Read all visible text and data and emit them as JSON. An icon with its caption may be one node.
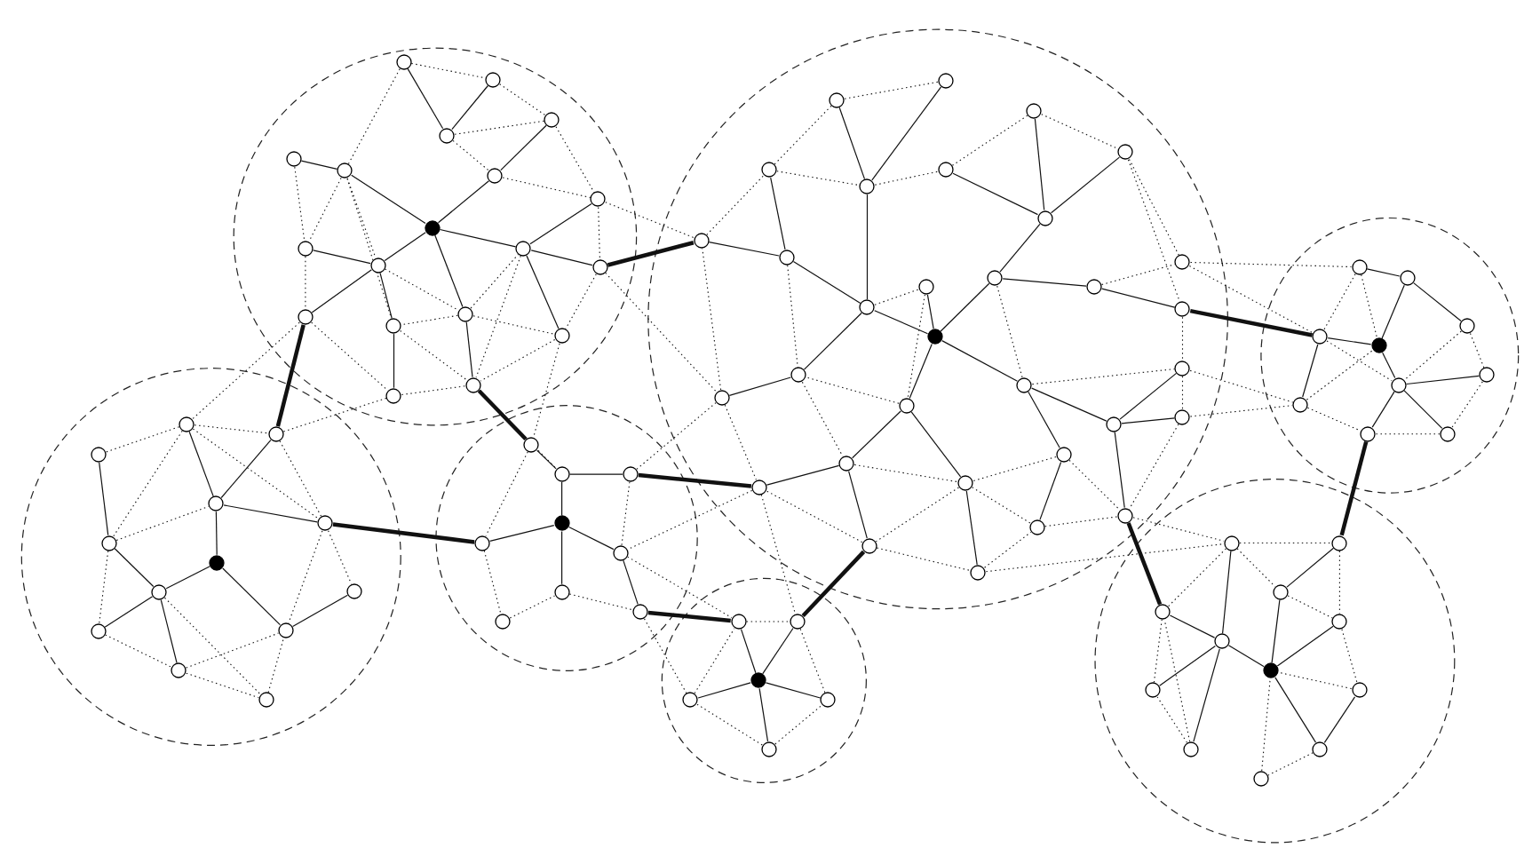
{
  "diagram": {
    "nodes": [
      {
        "text": [],
        "shape": "circle"
      },
      {
        "text": [],
        "shape": "circle"
      },
      {
        "text": [],
        "shape": "circle"
      },
      {
        "text": [],
        "shape": "circle"
      },
      {
        "text": [],
        "shape": "circle"
      },
      {
        "text": [],
        "shape": "circle"
      },
      {
        "text": [],
        "shape": "circle"
      },
      {
        "text": [],
        "shape": "circle"
      },
      {
        "text": [],
        "shape": "circle"
      },
      {
        "text": [],
        "shape": "circle"
      },
      {
        "text": [],
        "shape": "circle"
      },
      {
        "text": [],
        "shape": "circle"
      },
      {
        "text": [],
        "shape": "circle"
      },
      {
        "text": [],
        "shape": "circle"
      },
      {
        "text": [],
        "shape": "circle"
      },
      {
        "text": [],
        "shape": "circle"
      },
      {
        "text": [],
        "shape": "circle"
      },
      {
        "text": [],
        "shape": "circle"
      },
      {
        "text": [],
        "shape": "circle"
      },
      {
        "text": [],
        "shape": "circle"
      },
      {
        "text": [],
        "shape": "circle"
      },
      {
        "text": [],
        "shape": "circle"
      },
      {
        "text": [],
        "shape": "circle"
      },
      {
        "text": [],
        "shape": "circle"
      },
      {
        "text": [],
        "shape": "circle"
      },
      {
        "text": [],
        "shape": "circle"
      },
      {
        "text": [],
        "shape": "circle"
      },
      {
        "text": [],
        "shape": "circle"
      },
      {
        "text": [],
        "shape": "circle"
      },
      {
        "text": [],
        "shape": "circle"
      },
      {
        "text": [],
        "shape": "circle"
      },
      {
        "text": [],
        "shape": "circle"
      },
      {
        "text": [],
        "shape": "circle"
      },
      {
        "text": [],
        "shape": "circle"
      },
      {
        "text": [],
        "shape": "circle"
      },
      {
        "text": [],
        "shape": "circle"
      },
      {
        "text": [],
        "shape": "circle"
      },
      {
        "text": [],
        "shape": "circle"
      },
      {
        "text": [],
        "shape": "circle"
      },
      {
        "text": [],
        "shape": "circle"
      },
      {
        "text": [],
        "shape": "circle"
      },
      {
        "text": [],
        "shape": "circle"
      },
      {
        "text": [],
        "shape": "circle"
      },
      {
        "text": [],
        "shape": "circle"
      },
      {
        "text": [],
        "shape": "circle"
      },
      {
        "text": [],
        "shape": "circle"
      },
      {
        "text": [],
        "shape": "circle"
      },
      {
        "text": [],
        "shape": "circle"
      },
      {
        "text": [],
        "shape": "circle"
      },
      {
        "text": [],
        "shape": "circle"
      },
      {
        "text": [],
        "shape": "circle"
      },
      {
        "text": [],
        "shape": "circle"
      },
      {
        "text": [],
        "shape": "circle"
      },
      {
        "text": [],
        "shape": "circle"
      },
      {
        "text": [],
        "shape": "circle"
      },
      {
        "text": [],
        "shape": "circle"
      },
      {
        "text": [],
        "shape": "circle"
      },
      {
        "text": [],
        "shape": "circle"
      },
      {
        "text": [],
        "shape": "circle"
      },
      {
        "text": [],
        "shape": "circle"
      },
      {
        "text": [],
        "shape": "circle"
      },
      {
        "text": [],
        "shape": "circle"
      },
      {
        "text": [],
        "shape": "circle"
      },
      {
        "text": [],
        "shape": "circle"
      },
      {
        "text": [],
        "shape": "circle"
      },
      {
        "text": [],
        "shape": "circle"
      },
      {
        "text": [],
        "shape": "circle"
      },
      {
        "text": [],
        "shape": "circle"
      },
      {
        "text": [],
        "shape": "circle"
      },
      {
        "text": [],
        "shape": "circle"
      },
      {
        "text": [],
        "shape": "circle"
      },
      {
        "text": [],
        "shape": "circle"
      },
      {
        "text": [],
        "shape": "circle"
      },
      {
        "text": [],
        "shape": "circle"
      },
      {
        "text": [],
        "shape": "circle"
      },
      {
        "text": [],
        "shape": "circle"
      },
      {
        "text": [],
        "shape": "circle"
      },
      {
        "text": [],
        "shape": "circle"
      },
      {
        "text": [],
        "shape": "circle"
      },
      {
        "text": [],
        "shape": "circle"
      },
      {
        "text": [],
        "shape": "circle"
      },
      {
        "text": [],
        "shape": "circle"
      },
      {
        "text": [],
        "shape": "circle"
      },
      {
        "text": [],
        "shape": "circle"
      },
      {
        "text": [],
        "shape": "circle"
      },
      {
        "text": [],
        "shape": "circle"
      },
      {
        "text": [],
        "shape": "circle"
      },
      {
        "text": [],
        "shape": "circle"
      },
      {
        "text": [],
        "shape": "circle"
      },
      {
        "text": [],
        "shape": "circle"
      },
      {
        "text": [],
        "shape": "circle"
      },
      {
        "text": [],
        "shape": "circle"
      },
      {
        "text": [],
        "shape": "circle"
      },
      {
        "text": [],
        "shape": "circle"
      },
      {
        "text": [],
        "shape": "circle"
      },
      {
        "text": [],
        "shape": "circle"
      },
      {
        "text": [],
        "shape": "circle"
      },
      {
        "text": [],
        "shape": "circle"
      },
      {
        "text": [],
        "shape": "circle"
      },
      {
        "text": [],
        "shape": "circle"
      },
      {
        "text": [],
        "shape": "circle"
      }
    ],
    "edges": [
      {
        "from": 0,
        "to": 2,
        "arrow": "none"
      },
      {
        "from": 1,
        "to": 2,
        "arrow": "none"
      },
      {
        "from": 3,
        "to": 6,
        "arrow": "none"
      },
      {
        "from": 6,
        "to": 8,
        "arrow": "none"
      },
      {
        "from": 4,
        "to": 5,
        "arrow": "none"
      },
      {
        "from": 5,
        "to": 8,
        "arrow": "none"
      },
      {
        "from": 8,
        "to": 10,
        "arrow": "none"
      },
      {
        "from": 10,
        "to": 13,
        "arrow": "none"
      },
      {
        "from": 9,
        "to": 10,
        "arrow": "none"
      },
      {
        "from": 10,
        "to": 15,
        "arrow": "none"
      },
      {
        "from": 15,
        "to": 17,
        "arrow": "none"
      },
      {
        "from": 8,
        "to": 14,
        "arrow": "none"
      },
      {
        "from": 14,
        "to": 18,
        "arrow": "none"
      },
      {
        "from": 8,
        "to": 11,
        "arrow": "none"
      },
      {
        "from": 11,
        "to": 12,
        "arrow": "none"
      },
      {
        "from": 11,
        "to": 7,
        "arrow": "none"
      },
      {
        "from": 11,
        "to": 16,
        "arrow": "none"
      },
      {
        "from": 12,
        "to": 54,
        "arrow": "none",
        "style": "thick"
      },
      {
        "from": 13,
        "to": 21,
        "arrow": "none",
        "style": "thick"
      },
      {
        "from": 18,
        "to": 32,
        "arrow": "none",
        "style": "thick"
      },
      {
        "from": 26,
        "to": 36,
        "arrow": "none",
        "style": "thick"
      },
      {
        "from": 34,
        "to": 73,
        "arrow": "none",
        "style": "thick"
      },
      {
        "from": 40,
        "to": 41,
        "arrow": "none",
        "style": "thick"
      },
      {
        "from": 42,
        "to": 77,
        "arrow": "none",
        "style": "thick"
      },
      {
        "from": 63,
        "to": 82,
        "arrow": "none",
        "style": "thick"
      },
      {
        "from": 88,
        "to": 90,
        "arrow": "none",
        "style": "thick"
      },
      {
        "from": 76,
        "to": 92,
        "arrow": "none",
        "style": "thick"
      },
      {
        "from": 21,
        "to": 22,
        "arrow": "none"
      },
      {
        "from": 19,
        "to": 22,
        "arrow": "none"
      },
      {
        "from": 22,
        "to": 26,
        "arrow": "none"
      },
      {
        "from": 22,
        "to": 24,
        "arrow": "none"
      },
      {
        "from": 24,
        "to": 25,
        "arrow": "none"
      },
      {
        "from": 24,
        "to": 29,
        "arrow": "none"
      },
      {
        "from": 29,
        "to": 27,
        "arrow": "none"
      },
      {
        "from": 23,
        "to": 25,
        "arrow": "none"
      },
      {
        "from": 20,
        "to": 23,
        "arrow": "none"
      },
      {
        "from": 25,
        "to": 28,
        "arrow": "none"
      },
      {
        "from": 25,
        "to": 30,
        "arrow": "none"
      },
      {
        "from": 32,
        "to": 33,
        "arrow": "none"
      },
      {
        "from": 33,
        "to": 34,
        "arrow": "none"
      },
      {
        "from": 33,
        "to": 35,
        "arrow": "none"
      },
      {
        "from": 35,
        "to": 36,
        "arrow": "none"
      },
      {
        "from": 35,
        "to": 38,
        "arrow": "none"
      },
      {
        "from": 35,
        "to": 37,
        "arrow": "none"
      },
      {
        "from": 37,
        "to": 40,
        "arrow": "none"
      },
      {
        "from": 41,
        "to": 43,
        "arrow": "none"
      },
      {
        "from": 42,
        "to": 43,
        "arrow": "none"
      },
      {
        "from": 43,
        "to": 44,
        "arrow": "none"
      },
      {
        "from": 43,
        "to": 45,
        "arrow": "none"
      },
      {
        "from": 43,
        "to": 46,
        "arrow": "none"
      },
      {
        "from": 47,
        "to": 51,
        "arrow": "none"
      },
      {
        "from": 48,
        "to": 51,
        "arrow": "none"
      },
      {
        "from": 51,
        "to": 57,
        "arrow": "none"
      },
      {
        "from": 50,
        "to": 55,
        "arrow": "none"
      },
      {
        "from": 54,
        "to": 55,
        "arrow": "none"
      },
      {
        "from": 55,
        "to": 57,
        "arrow": "none"
      },
      {
        "from": 57,
        "to": 62,
        "arrow": "none"
      },
      {
        "from": 57,
        "to": 64,
        "arrow": "none"
      },
      {
        "from": 58,
        "to": 62,
        "arrow": "none"
      },
      {
        "from": 62,
        "to": 59,
        "arrow": "none"
      },
      {
        "from": 59,
        "to": 56,
        "arrow": "none"
      },
      {
        "from": 56,
        "to": 49,
        "arrow": "none"
      },
      {
        "from": 56,
        "to": 52,
        "arrow": "none"
      },
      {
        "from": 56,
        "to": 53,
        "arrow": "none"
      },
      {
        "from": 59,
        "to": 60,
        "arrow": "none"
      },
      {
        "from": 60,
        "to": 63,
        "arrow": "none"
      },
      {
        "from": 62,
        "to": 66,
        "arrow": "none"
      },
      {
        "from": 62,
        "to": 68,
        "arrow": "none"
      },
      {
        "from": 68,
        "to": 72,
        "arrow": "none"
      },
      {
        "from": 68,
        "to": 74,
        "arrow": "none"
      },
      {
        "from": 74,
        "to": 78,
        "arrow": "none"
      },
      {
        "from": 66,
        "to": 69,
        "arrow": "none"
      },
      {
        "from": 66,
        "to": 71,
        "arrow": "none"
      },
      {
        "from": 69,
        "to": 67,
        "arrow": "none"
      },
      {
        "from": 69,
        "to": 70,
        "arrow": "none"
      },
      {
        "from": 69,
        "to": 76,
        "arrow": "none"
      },
      {
        "from": 71,
        "to": 75,
        "arrow": "none"
      },
      {
        "from": 72,
        "to": 73,
        "arrow": "none"
      },
      {
        "from": 72,
        "to": 77,
        "arrow": "none"
      },
      {
        "from": 64,
        "to": 65,
        "arrow": "none"
      },
      {
        "from": 83,
        "to": 80,
        "arrow": "none"
      },
      {
        "from": 80,
        "to": 79,
        "arrow": "none"
      },
      {
        "from": 80,
        "to": 81,
        "arrow": "none"
      },
      {
        "from": 83,
        "to": 85,
        "arrow": "none"
      },
      {
        "from": 85,
        "to": 84,
        "arrow": "none"
      },
      {
        "from": 85,
        "to": 87,
        "arrow": "none"
      },
      {
        "from": 85,
        "to": 88,
        "arrow": "none"
      },
      {
        "from": 82,
        "to": 86,
        "arrow": "none"
      },
      {
        "from": 82,
        "to": 83,
        "arrow": "none"
      },
      {
        "from": 89,
        "to": 94,
        "arrow": "none"
      },
      {
        "from": 90,
        "to": 91,
        "arrow": "none"
      },
      {
        "from": 91,
        "to": 95,
        "arrow": "none"
      },
      {
        "from": 92,
        "to": 94,
        "arrow": "none"
      },
      {
        "from": 94,
        "to": 95,
        "arrow": "none"
      },
      {
        "from": 95,
        "to": 93,
        "arrow": "none"
      },
      {
        "from": 95,
        "to": 99,
        "arrow": "none"
      },
      {
        "from": 94,
        "to": 96,
        "arrow": "none"
      },
      {
        "from": 94,
        "to": 98,
        "arrow": "none"
      },
      {
        "from": 99,
        "to": 97,
        "arrow": "none"
      },
      {
        "from": 0,
        "to": 1,
        "arrow": "none",
        "style": "dashed"
      },
      {
        "from": 1,
        "to": 3,
        "arrow": "none",
        "style": "dashed"
      },
      {
        "from": 2,
        "to": 3,
        "arrow": "none",
        "style": "dashed"
      },
      {
        "from": 0,
        "to": 5,
        "arrow": "none",
        "style": "dashed"
      },
      {
        "from": 2,
        "to": 6,
        "arrow": "none",
        "style": "dashed"
      },
      {
        "from": 3,
        "to": 7,
        "arrow": "none",
        "style": "dashed"
      },
      {
        "from": 6,
        "to": 7,
        "arrow": "none",
        "style": "dashed"
      },
      {
        "from": 4,
        "to": 9,
        "arrow": "none",
        "style": "dashed"
      },
      {
        "from": 5,
        "to": 10,
        "arrow": "none",
        "style": "dashed"
      },
      {
        "from": 5,
        "to": 9,
        "arrow": "none",
        "style": "dashed"
      },
      {
        "from": 9,
        "to": 13,
        "arrow": "none",
        "style": "dashed"
      },
      {
        "from": 5,
        "to": 15,
        "arrow": "none",
        "style": "dashed"
      },
      {
        "from": 10,
        "to": 14,
        "arrow": "none",
        "style": "dashed"
      },
      {
        "from": 14,
        "to": 15,
        "arrow": "none",
        "style": "dashed"
      },
      {
        "from": 15,
        "to": 18,
        "arrow": "none",
        "style": "dashed"
      },
      {
        "from": 14,
        "to": 16,
        "arrow": "none",
        "style": "dashed"
      },
      {
        "from": 14,
        "to": 11,
        "arrow": "none",
        "style": "dashed"
      },
      {
        "from": 7,
        "to": 12,
        "arrow": "none",
        "style": "dashed"
      },
      {
        "from": 12,
        "to": 16,
        "arrow": "none",
        "style": "dashed"
      },
      {
        "from": 11,
        "to": 18,
        "arrow": "none",
        "style": "dashed"
      },
      {
        "from": 13,
        "to": 17,
        "arrow": "none",
        "style": "dashed"
      },
      {
        "from": 17,
        "to": 18,
        "arrow": "none",
        "style": "dashed"
      },
      {
        "from": 16,
        "to": 18,
        "arrow": "none",
        "style": "dashed"
      },
      {
        "from": 7,
        "to": 54,
        "arrow": "none",
        "style": "dashed"
      },
      {
        "from": 19,
        "to": 20,
        "arrow": "none",
        "style": "dashed"
      },
      {
        "from": 19,
        "to": 21,
        "arrow": "none",
        "style": "dashed"
      },
      {
        "from": 19,
        "to": 23,
        "arrow": "none",
        "style": "dashed"
      },
      {
        "from": 23,
        "to": 22,
        "arrow": "none",
        "style": "dashed"
      },
      {
        "from": 21,
        "to": 26,
        "arrow": "none",
        "style": "dashed"
      },
      {
        "from": 26,
        "to": 29,
        "arrow": "none",
        "style": "dashed"
      },
      {
        "from": 26,
        "to": 27,
        "arrow": "none",
        "style": "dashed"
      },
      {
        "from": 28,
        "to": 30,
        "arrow": "none",
        "style": "dashed"
      },
      {
        "from": 30,
        "to": 31,
        "arrow": "none",
        "style": "dashed"
      },
      {
        "from": 30,
        "to": 29,
        "arrow": "none",
        "style": "dashed"
      },
      {
        "from": 31,
        "to": 29,
        "arrow": "none",
        "style": "dashed"
      },
      {
        "from": 19,
        "to": 26,
        "arrow": "none",
        "style": "dashed"
      },
      {
        "from": 23,
        "to": 28,
        "arrow": "none",
        "style": "dashed"
      },
      {
        "from": 13,
        "to": 19,
        "arrow": "none",
        "style": "dashed"
      },
      {
        "from": 17,
        "to": 21,
        "arrow": "none",
        "style": "dashed"
      },
      {
        "from": 25,
        "to": 31,
        "arrow": "none",
        "style": "dashed"
      },
      {
        "from": 18,
        "to": 33,
        "arrow": "none",
        "style": "dashed"
      },
      {
        "from": 16,
        "to": 32,
        "arrow": "none",
        "style": "dashed"
      },
      {
        "from": 32,
        "to": 36,
        "arrow": "none",
        "style": "dashed"
      },
      {
        "from": 36,
        "to": 39,
        "arrow": "none",
        "style": "dashed"
      },
      {
        "from": 39,
        "to": 38,
        "arrow": "none",
        "style": "dashed"
      },
      {
        "from": 38,
        "to": 40,
        "arrow": "none",
        "style": "dashed"
      },
      {
        "from": 37,
        "to": 34,
        "arrow": "none",
        "style": "dashed"
      },
      {
        "from": 34,
        "to": 65,
        "arrow": "none",
        "style": "dashed"
      },
      {
        "from": 37,
        "to": 41,
        "arrow": "none",
        "style": "dashed"
      },
      {
        "from": 40,
        "to": 44,
        "arrow": "none",
        "style": "dashed"
      },
      {
        "from": 44,
        "to": 41,
        "arrow": "none",
        "style": "dashed"
      },
      {
        "from": 42,
        "to": 45,
        "arrow": "none",
        "style": "dashed"
      },
      {
        "from": 46,
        "to": 44,
        "arrow": "none",
        "style": "dashed"
      },
      {
        "from": 46,
        "to": 45,
        "arrow": "none",
        "style": "dashed"
      },
      {
        "from": 41,
        "to": 42,
        "arrow": "none",
        "style": "dashed"
      },
      {
        "from": 73,
        "to": 42,
        "arrow": "none",
        "style": "dashed"
      },
      {
        "from": 73,
        "to": 37,
        "arrow": "none",
        "style": "dashed"
      },
      {
        "from": 65,
        "to": 73,
        "arrow": "none",
        "style": "dashed"
      },
      {
        "from": 65,
        "to": 54,
        "arrow": "none",
        "style": "dashed"
      },
      {
        "from": 12,
        "to": 65,
        "arrow": "none",
        "style": "dashed"
      },
      {
        "from": 54,
        "to": 50,
        "arrow": "none",
        "style": "dashed"
      },
      {
        "from": 50,
        "to": 47,
        "arrow": "none",
        "style": "dashed"
      },
      {
        "from": 47,
        "to": 48,
        "arrow": "none",
        "style": "dashed"
      },
      {
        "from": 50,
        "to": 51,
        "arrow": "none",
        "style": "dashed"
      },
      {
        "from": 51,
        "to": 52,
        "arrow": "none",
        "style": "dashed"
      },
      {
        "from": 52,
        "to": 49,
        "arrow": "none",
        "style": "dashed"
      },
      {
        "from": 49,
        "to": 53,
        "arrow": "none",
        "style": "dashed"
      },
      {
        "from": 53,
        "to": 61,
        "arrow": "none",
        "style": "dashed"
      },
      {
        "from": 53,
        "to": 63,
        "arrow": "none",
        "style": "dashed"
      },
      {
        "from": 60,
        "to": 61,
        "arrow": "none",
        "style": "dashed"
      },
      {
        "from": 61,
        "to": 82,
        "arrow": "none",
        "style": "dashed"
      },
      {
        "from": 63,
        "to": 67,
        "arrow": "none",
        "style": "dashed"
      },
      {
        "from": 67,
        "to": 70,
        "arrow": "none",
        "style": "dashed"
      },
      {
        "from": 70,
        "to": 76,
        "arrow": "none",
        "style": "dashed"
      },
      {
        "from": 67,
        "to": 86,
        "arrow": "none",
        "style": "dashed"
      },
      {
        "from": 70,
        "to": 86,
        "arrow": "none",
        "style": "dashed"
      },
      {
        "from": 55,
        "to": 64,
        "arrow": "none",
        "style": "dashed"
      },
      {
        "from": 64,
        "to": 72,
        "arrow": "none",
        "style": "dashed"
      },
      {
        "from": 57,
        "to": 58,
        "arrow": "none",
        "style": "dashed"
      },
      {
        "from": 58,
        "to": 68,
        "arrow": "none",
        "style": "dashed"
      },
      {
        "from": 68,
        "to": 64,
        "arrow": "none",
        "style": "dashed"
      },
      {
        "from": 72,
        "to": 74,
        "arrow": "none",
        "style": "dashed"
      },
      {
        "from": 74,
        "to": 75,
        "arrow": "none",
        "style": "dashed"
      },
      {
        "from": 75,
        "to": 76,
        "arrow": "none",
        "style": "dashed"
      },
      {
        "from": 77,
        "to": 78,
        "arrow": "none",
        "style": "dashed"
      },
      {
        "from": 78,
        "to": 75,
        "arrow": "none",
        "style": "dashed"
      },
      {
        "from": 71,
        "to": 76,
        "arrow": "none",
        "style": "dashed"
      },
      {
        "from": 74,
        "to": 77,
        "arrow": "none",
        "style": "dashed"
      },
      {
        "from": 77,
        "to": 73,
        "arrow": "none",
        "style": "dashed"
      },
      {
        "from": 66,
        "to": 59,
        "arrow": "none",
        "style": "dashed"
      },
      {
        "from": 66,
        "to": 67,
        "arrow": "none",
        "style": "dashed"
      },
      {
        "from": 71,
        "to": 74,
        "arrow": "none",
        "style": "dashed"
      },
      {
        "from": 79,
        "to": 82,
        "arrow": "none",
        "style": "dashed"
      },
      {
        "from": 79,
        "to": 83,
        "arrow": "none",
        "style": "dashed"
      },
      {
        "from": 81,
        "to": 85,
        "arrow": "none",
        "style": "dashed"
      },
      {
        "from": 81,
        "to": 84,
        "arrow": "none",
        "style": "dashed"
      },
      {
        "from": 84,
        "to": 87,
        "arrow": "none",
        "style": "dashed"
      },
      {
        "from": 87,
        "to": 88,
        "arrow": "none",
        "style": "dashed"
      },
      {
        "from": 86,
        "to": 88,
        "arrow": "none",
        "style": "dashed"
      },
      {
        "from": 82,
        "to": 85,
        "arrow": "none",
        "style": "dashed"
      },
      {
        "from": 86,
        "to": 83,
        "arrow": "none",
        "style": "dashed"
      },
      {
        "from": 61,
        "to": 79,
        "arrow": "none",
        "style": "dashed"
      },
      {
        "from": 89,
        "to": 90,
        "arrow": "none",
        "style": "dashed"
      },
      {
        "from": 89,
        "to": 91,
        "arrow": "none",
        "style": "dashed"
      },
      {
        "from": 90,
        "to": 93,
        "arrow": "none",
        "style": "dashed"
      },
      {
        "from": 91,
        "to": 93,
        "arrow": "none",
        "style": "dashed"
      },
      {
        "from": 93,
        "to": 97,
        "arrow": "none",
        "style": "dashed"
      },
      {
        "from": 97,
        "to": 95,
        "arrow": "none",
        "style": "dashed"
      },
      {
        "from": 99,
        "to": 100,
        "arrow": "none",
        "style": "dashed"
      },
      {
        "from": 100,
        "to": 95,
        "arrow": "none",
        "style": "dashed"
      },
      {
        "from": 98,
        "to": 96,
        "arrow": "none",
        "style": "dashed"
      },
      {
        "from": 98,
        "to": 92,
        "arrow": "none",
        "style": "dashed"
      },
      {
        "from": 96,
        "to": 92,
        "arrow": "none",
        "style": "dashed"
      },
      {
        "from": 89,
        "to": 92,
        "arrow": "none",
        "style": "dashed"
      },
      {
        "from": 76,
        "to": 89,
        "arrow": "none",
        "style": "dashed"
      },
      {
        "from": 78,
        "to": 89,
        "arrow": "none",
        "style": "dashed"
      }
    ]
  }
}
